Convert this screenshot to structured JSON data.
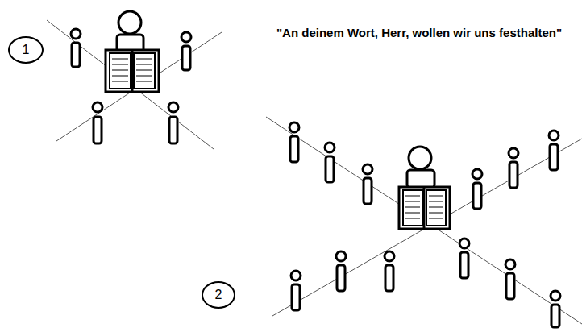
{
  "diagram": {
    "title": "\"An deinem Wort, Herr, wollen wir uns festhalten\"",
    "nodes": [
      {
        "text": [
          "1"
        ]
      },
      {
        "text": [
          "2"
        ]
      }
    ]
  }
}
